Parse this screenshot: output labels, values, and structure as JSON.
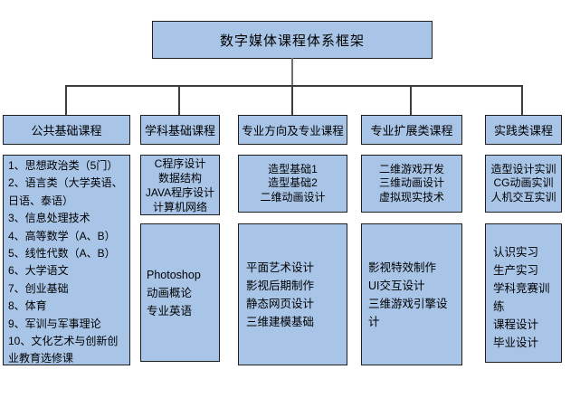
{
  "title": "数字媒体课程体系框架",
  "colors": {
    "box_fill": "#a8c5e7",
    "box_border": "#1f1f1f",
    "connector": "#3c3c3c",
    "background": "#ffffff"
  },
  "columns": [
    {
      "header": "公共基础课程",
      "boxes": [
        {
          "text": "1、思想政治类（5门）\n2、语言类（大学英语、\n日语、泰语）\n3、信息处理技术\n4、高等数学（A、B）\n5、线性代数（A、B）\n6、大学语文\n7、创业基础\n8、体育\n9、军训与军事理论\n10、文化艺术与创新创\n业教育选修课"
        }
      ]
    },
    {
      "header": "学科基础课程",
      "boxes": [
        {
          "text": "C程序设计\n数据结构\nJAVA程序设计\n计算机网络"
        },
        {
          "text": "Photoshop\n动画概论\n专业英语"
        }
      ]
    },
    {
      "header": "专业方向及专业课程",
      "boxes": [
        {
          "text": "造型基础1\n造型基础2\n二维动画设计"
        },
        {
          "text": "平面艺术设计\n影视后期制作\n静态网页设计\n三维建模基础"
        }
      ]
    },
    {
      "header": "专业扩展类课程",
      "boxes": [
        {
          "text": "二维游戏开发\n三维动画设计\n虚拟现实技术"
        },
        {
          "text": "影视特效制作\nUI交互设计\n三维游戏引擎设\n计"
        }
      ]
    },
    {
      "header": "实践类课程",
      "boxes": [
        {
          "text": "造型设计实训\nCG动画实训\n人机交互实训"
        },
        {
          "text": "认识实习\n生产实习\n学科竞赛训\n练\n课程设计\n毕业设计"
        }
      ]
    }
  ]
}
